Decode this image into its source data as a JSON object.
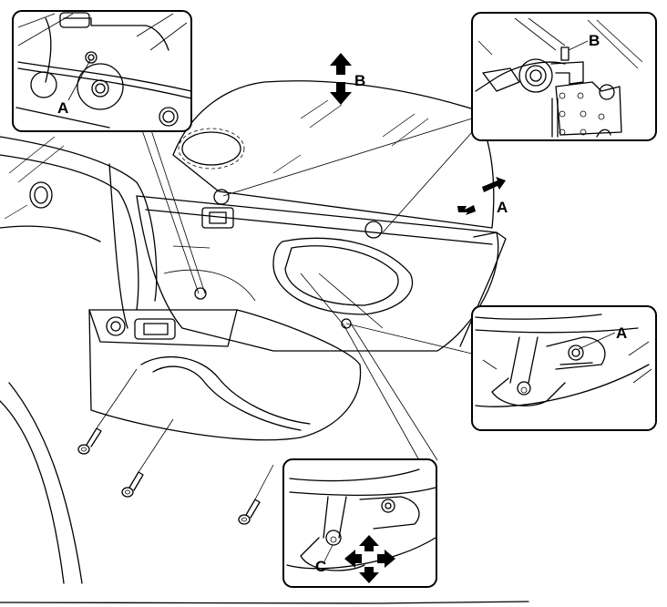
{
  "diagram": {
    "subject": "Door panel removal – exploded view with detail insets",
    "labels": {
      "inset_top_left": "A",
      "inset_top_right": "B",
      "glass_move_arrow": "B",
      "door_edge_arrow": "A",
      "inset_mid_right": "A",
      "inset_bottom": "C"
    },
    "insets": [
      {
        "id": "top-left",
        "callout": "A",
        "depicts": "clip/bolt at upper door mount"
      },
      {
        "id": "top-right",
        "callout": "B",
        "depicts": "window regulator bracket bolt"
      },
      {
        "id": "mid-right",
        "callout": "A",
        "depicts": "screw in handle recess"
      },
      {
        "id": "bottom",
        "callout": "C",
        "depicts": "retaining screw with movement arrows"
      }
    ],
    "fasteners": {
      "screws_shown": 3
    }
  }
}
